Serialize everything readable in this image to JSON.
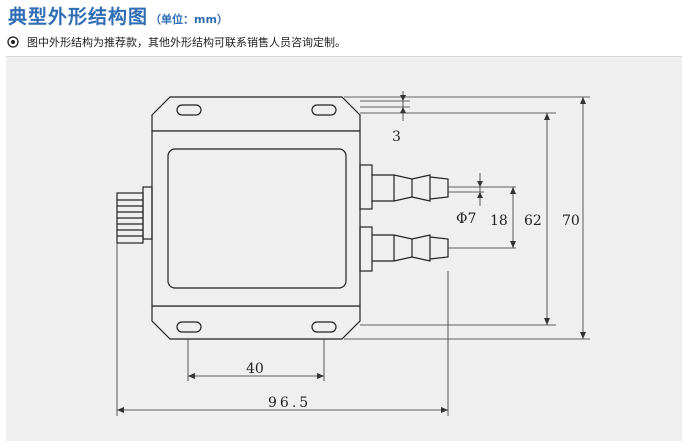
{
  "heading": {
    "title": "典型外形结构图",
    "unit": "（单位：mm）"
  },
  "note": {
    "text": "图中外形结构为推荐款，其他外形结构可联系销售人员咨询定制。"
  },
  "dimensions": {
    "slot_spacing": "40",
    "overall_width": "96.5",
    "flange_offset": "3",
    "barb_diameter": "Φ7",
    "port_spacing": "18",
    "body_height": "62",
    "overall_height": "70"
  }
}
